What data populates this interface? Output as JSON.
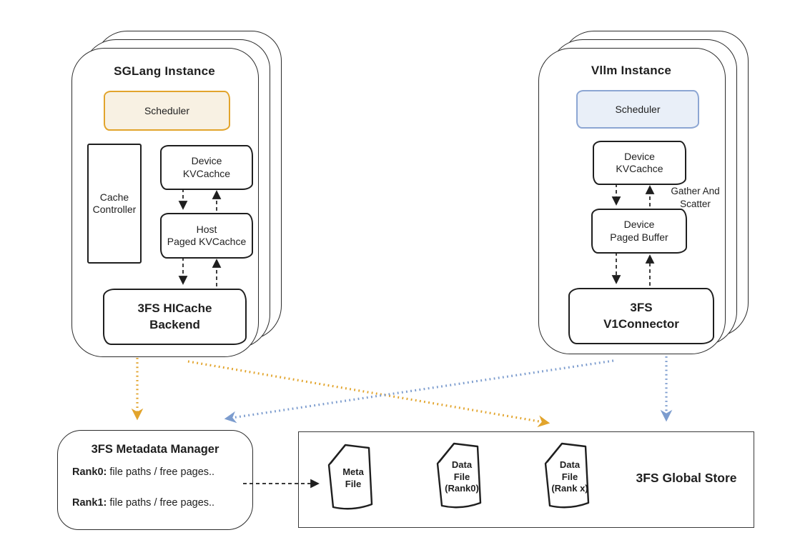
{
  "colors": {
    "ink": "#1f1f1f",
    "orange": "#E2A42C",
    "orange_fill": "#F8F1E3",
    "blue": "#7C9CCE",
    "blue_fill": "#E9EFF8",
    "blue_border": "#8CA6D3"
  },
  "sglang": {
    "title": "SGLang Instance",
    "scheduler_label": "Scheduler",
    "cache_controller_label": "Cache\nController",
    "device_kvcache_label": "Device\nKVCachce",
    "host_paged_kvcache_label": "Host\nPaged KVCachce",
    "backend_label": "3FS HICache\nBackend"
  },
  "vllm": {
    "title": "Vllm Instance",
    "scheduler_label": "Scheduler",
    "device_kvcache_label": "Device\nKVCachce",
    "gather_scatter_label": "Gather And\nScatter",
    "device_paged_buffer_label": "Device\nPaged Buffer",
    "connector_label": "3FS\nV1Connector"
  },
  "metadata_manager": {
    "title": "3FS Metadata Manager",
    "rows": [
      {
        "label": "Rank0:",
        "text": " file paths / free pages.."
      },
      {
        "label": "Rank1:",
        "text": " file paths / free pages.."
      }
    ]
  },
  "global_store": {
    "title": "3FS Global Store",
    "files": [
      {
        "label": "Meta\nFile"
      },
      {
        "label": "Data\nFile\n(Rank0)"
      },
      {
        "label": "Data\nFile\n(Rank x)"
      }
    ]
  }
}
